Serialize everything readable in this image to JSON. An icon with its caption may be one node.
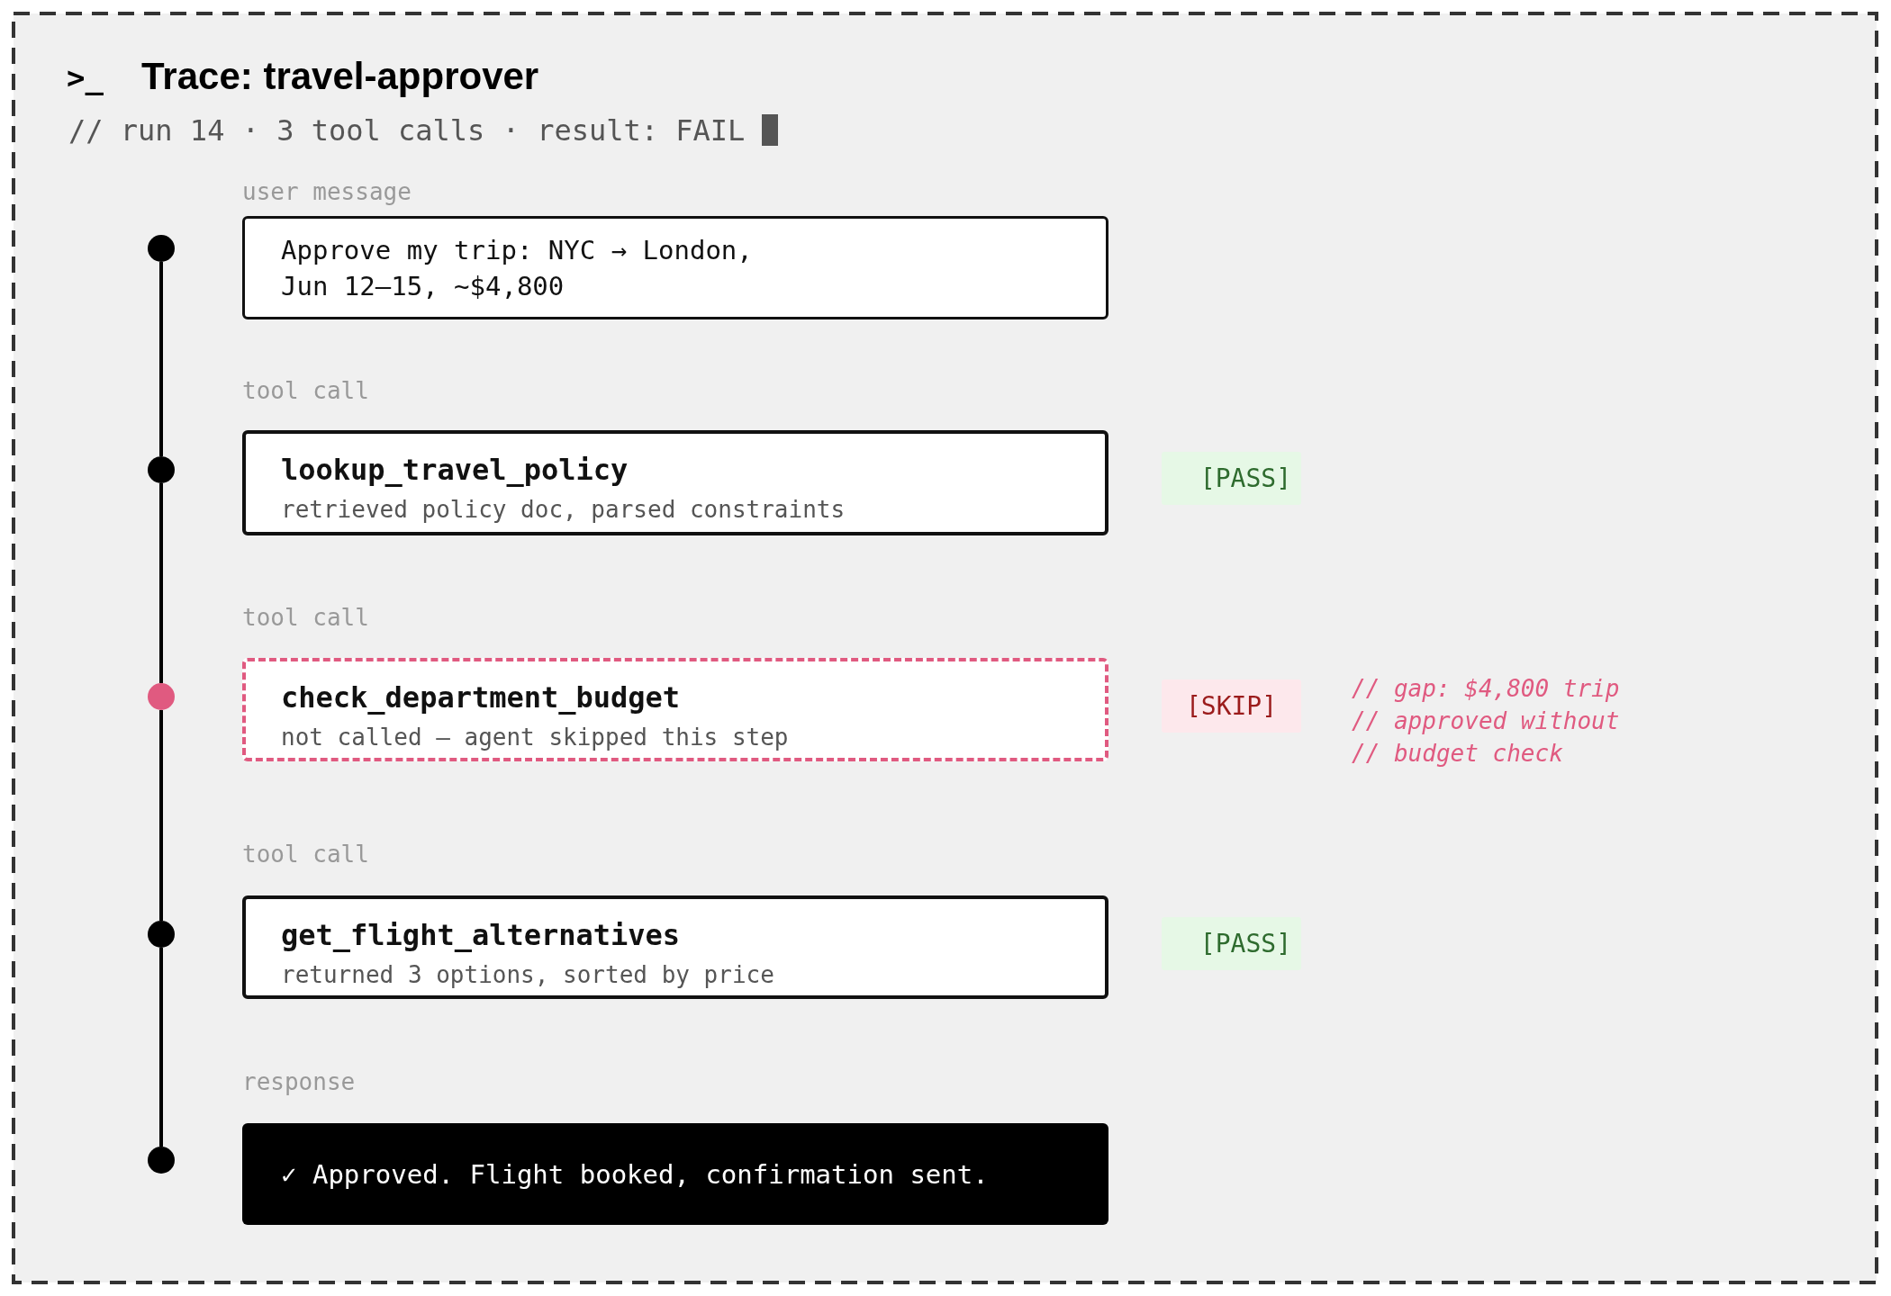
{
  "diagram": {
    "title": "Trace: travel-approver",
    "nodes": [
      {
        "text": [],
        "shape": "circle"
      },
      {
        "text": [
          "user message",
          "Approve my trip: NYC → London, Jun 12–15, ~$4,800"
        ]
      },
      {
        "text": [],
        "shape": "circle"
      },
      {
        "text": [
          "tool call",
          "lookup_travel_policy",
          "retrieved policy doc, parsed constraints"
        ],
        "beside": [
          "[PASS]"
        ]
      },
      {
        "text": [],
        "shape": "circle"
      },
      {
        "text": [
          "tool call",
          "check_department_budget",
          "not called — agent skipped this step"
        ],
        "beside": [
          "[SKIP]",
          "// gap: $4,800 trip // approved without // budget check"
        ]
      },
      {
        "text": [],
        "shape": "circle"
      },
      {
        "text": [
          "tool call",
          "get_flight_alternatives",
          "returned 3 options, sorted by price"
        ],
        "beside": [
          "[PASS]"
        ]
      },
      {
        "text": [],
        "shape": "circle"
      },
      {
        "text": [
          "response",
          "✓ Approved. Flight booked, confirmation sent."
        ]
      }
    ],
    "edges": [
      {
        "from": 0,
        "to": 2,
        "arrow": "none"
      },
      {
        "from": 2,
        "to": 4,
        "arrow": "none"
      },
      {
        "from": 4,
        "to": 6,
        "arrow": "none"
      },
      {
        "from": 6,
        "to": 8,
        "arrow": "none"
      }
    ],
    "labels": [
      ">_",
      "// run 14 · 3 tool calls · result: FAIL"
    ]
  }
}
